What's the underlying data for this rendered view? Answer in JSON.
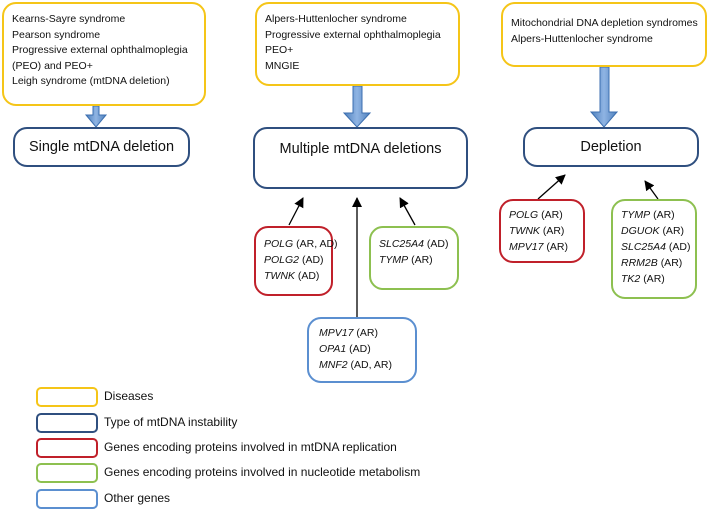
{
  "diseases": {
    "left": [
      "Kearns-Sayre syndrome",
      "Pearson syndrome",
      "Progressive external ophthalmoplegia",
      "(PEO) and PEO+",
      "Leigh syndrome (mtDNA deletion)"
    ],
    "middle": [
      "Alpers-Huttenlocher syndrome",
      "Progressive external ophthalmoplegia",
      "PEO+",
      "MNGIE"
    ],
    "right": [
      "Mitochondrial DNA depletion syndromes",
      "Alpers-Huttenlocher syndrome"
    ]
  },
  "instability_types": {
    "single": "Single mtDNA deletion",
    "multiple": "Multiple mtDNA deletions",
    "depletion": "Depletion"
  },
  "gene_groups": {
    "multiple_replication": [
      {
        "gene": "POLG",
        "inheritance": "(AR, AD)"
      },
      {
        "gene": "POLG2",
        "inheritance": "(AD)"
      },
      {
        "gene": "TWNK",
        "inheritance": "(AD)"
      }
    ],
    "multiple_nucleotide": [
      {
        "gene": "SLC25A4",
        "inheritance": "(AD)"
      },
      {
        "gene": "TYMP",
        "inheritance": "(AR)"
      }
    ],
    "multiple_other": [
      {
        "gene": "MPV17",
        "inheritance": "(AR)"
      },
      {
        "gene": "OPA1",
        "inheritance": "(AD)"
      },
      {
        "gene": "MNF2",
        "inheritance": "(AD, AR)"
      }
    ],
    "depletion_replication": [
      {
        "gene": "POLG",
        "inheritance": "(AR)"
      },
      {
        "gene": "TWNK",
        "inheritance": "(AR)"
      },
      {
        "gene": "MPV17",
        "inheritance": "(AR)"
      }
    ],
    "depletion_nucleotide": [
      {
        "gene": "TYMP",
        "inheritance": "(AR)"
      },
      {
        "gene": "DGUOK",
        "inheritance": "(AR)"
      },
      {
        "gene": "SLC25A4",
        "inheritance": "(AD)"
      },
      {
        "gene": "RRM2B",
        "inheritance": "(AR)"
      },
      {
        "gene": "TK2",
        "inheritance": "(AR)"
      }
    ]
  },
  "legend": [
    {
      "label": "Diseases",
      "color": "#F5C518"
    },
    {
      "label": "Type of mtDNA instability",
      "color": "#2F4F7F"
    },
    {
      "label": "Genes encoding proteins involved in mtDNA replication",
      "color": "#C0202A"
    },
    {
      "label": "Genes encoding proteins involved in nucleotide metabolism",
      "color": "#8DC050"
    },
    {
      "label": "Other genes",
      "color": "#5B8FD0"
    }
  ]
}
